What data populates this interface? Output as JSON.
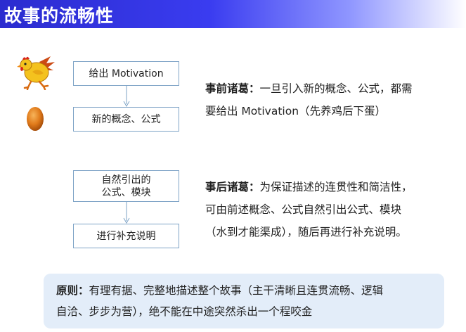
{
  "title": "故事的流畅性",
  "flow1": {
    "box1": "给出 Motivation",
    "box2": "新的概念、公式"
  },
  "flow2": {
    "box1_line1": "自然引出的",
    "box1_line2": "公式、模块",
    "box2": "进行补充说明"
  },
  "desc1": {
    "key": "事前诸葛：",
    "line1": "一旦引入新的概念、公式，都需",
    "line2": "要给出 Motivation（先养鸡后下蛋）"
  },
  "desc2": {
    "key": "事后诸葛：",
    "line1": "为保证描述的连贯性和简洁性，",
    "line2": "可由前述概念、公式自然引出公式、模块",
    "line3": "（水到才能渠成），随后再进行补充说明。"
  },
  "principle": {
    "key": "原则：",
    "line1": "有理有据、完整地描述整个故事（主干清晰且连贯流畅、逻辑",
    "line2": "自洽、步步为营），绝不能在中途突然杀出一个程咬金"
  },
  "icons": {
    "chicken": "chicken-icon",
    "egg": "egg-icon"
  },
  "colors": {
    "title_bar": "#3a3cf0",
    "box_border": "#7ea3c6",
    "arrow": "#7ea3c6",
    "principle_bg": "#e3edf9"
  }
}
